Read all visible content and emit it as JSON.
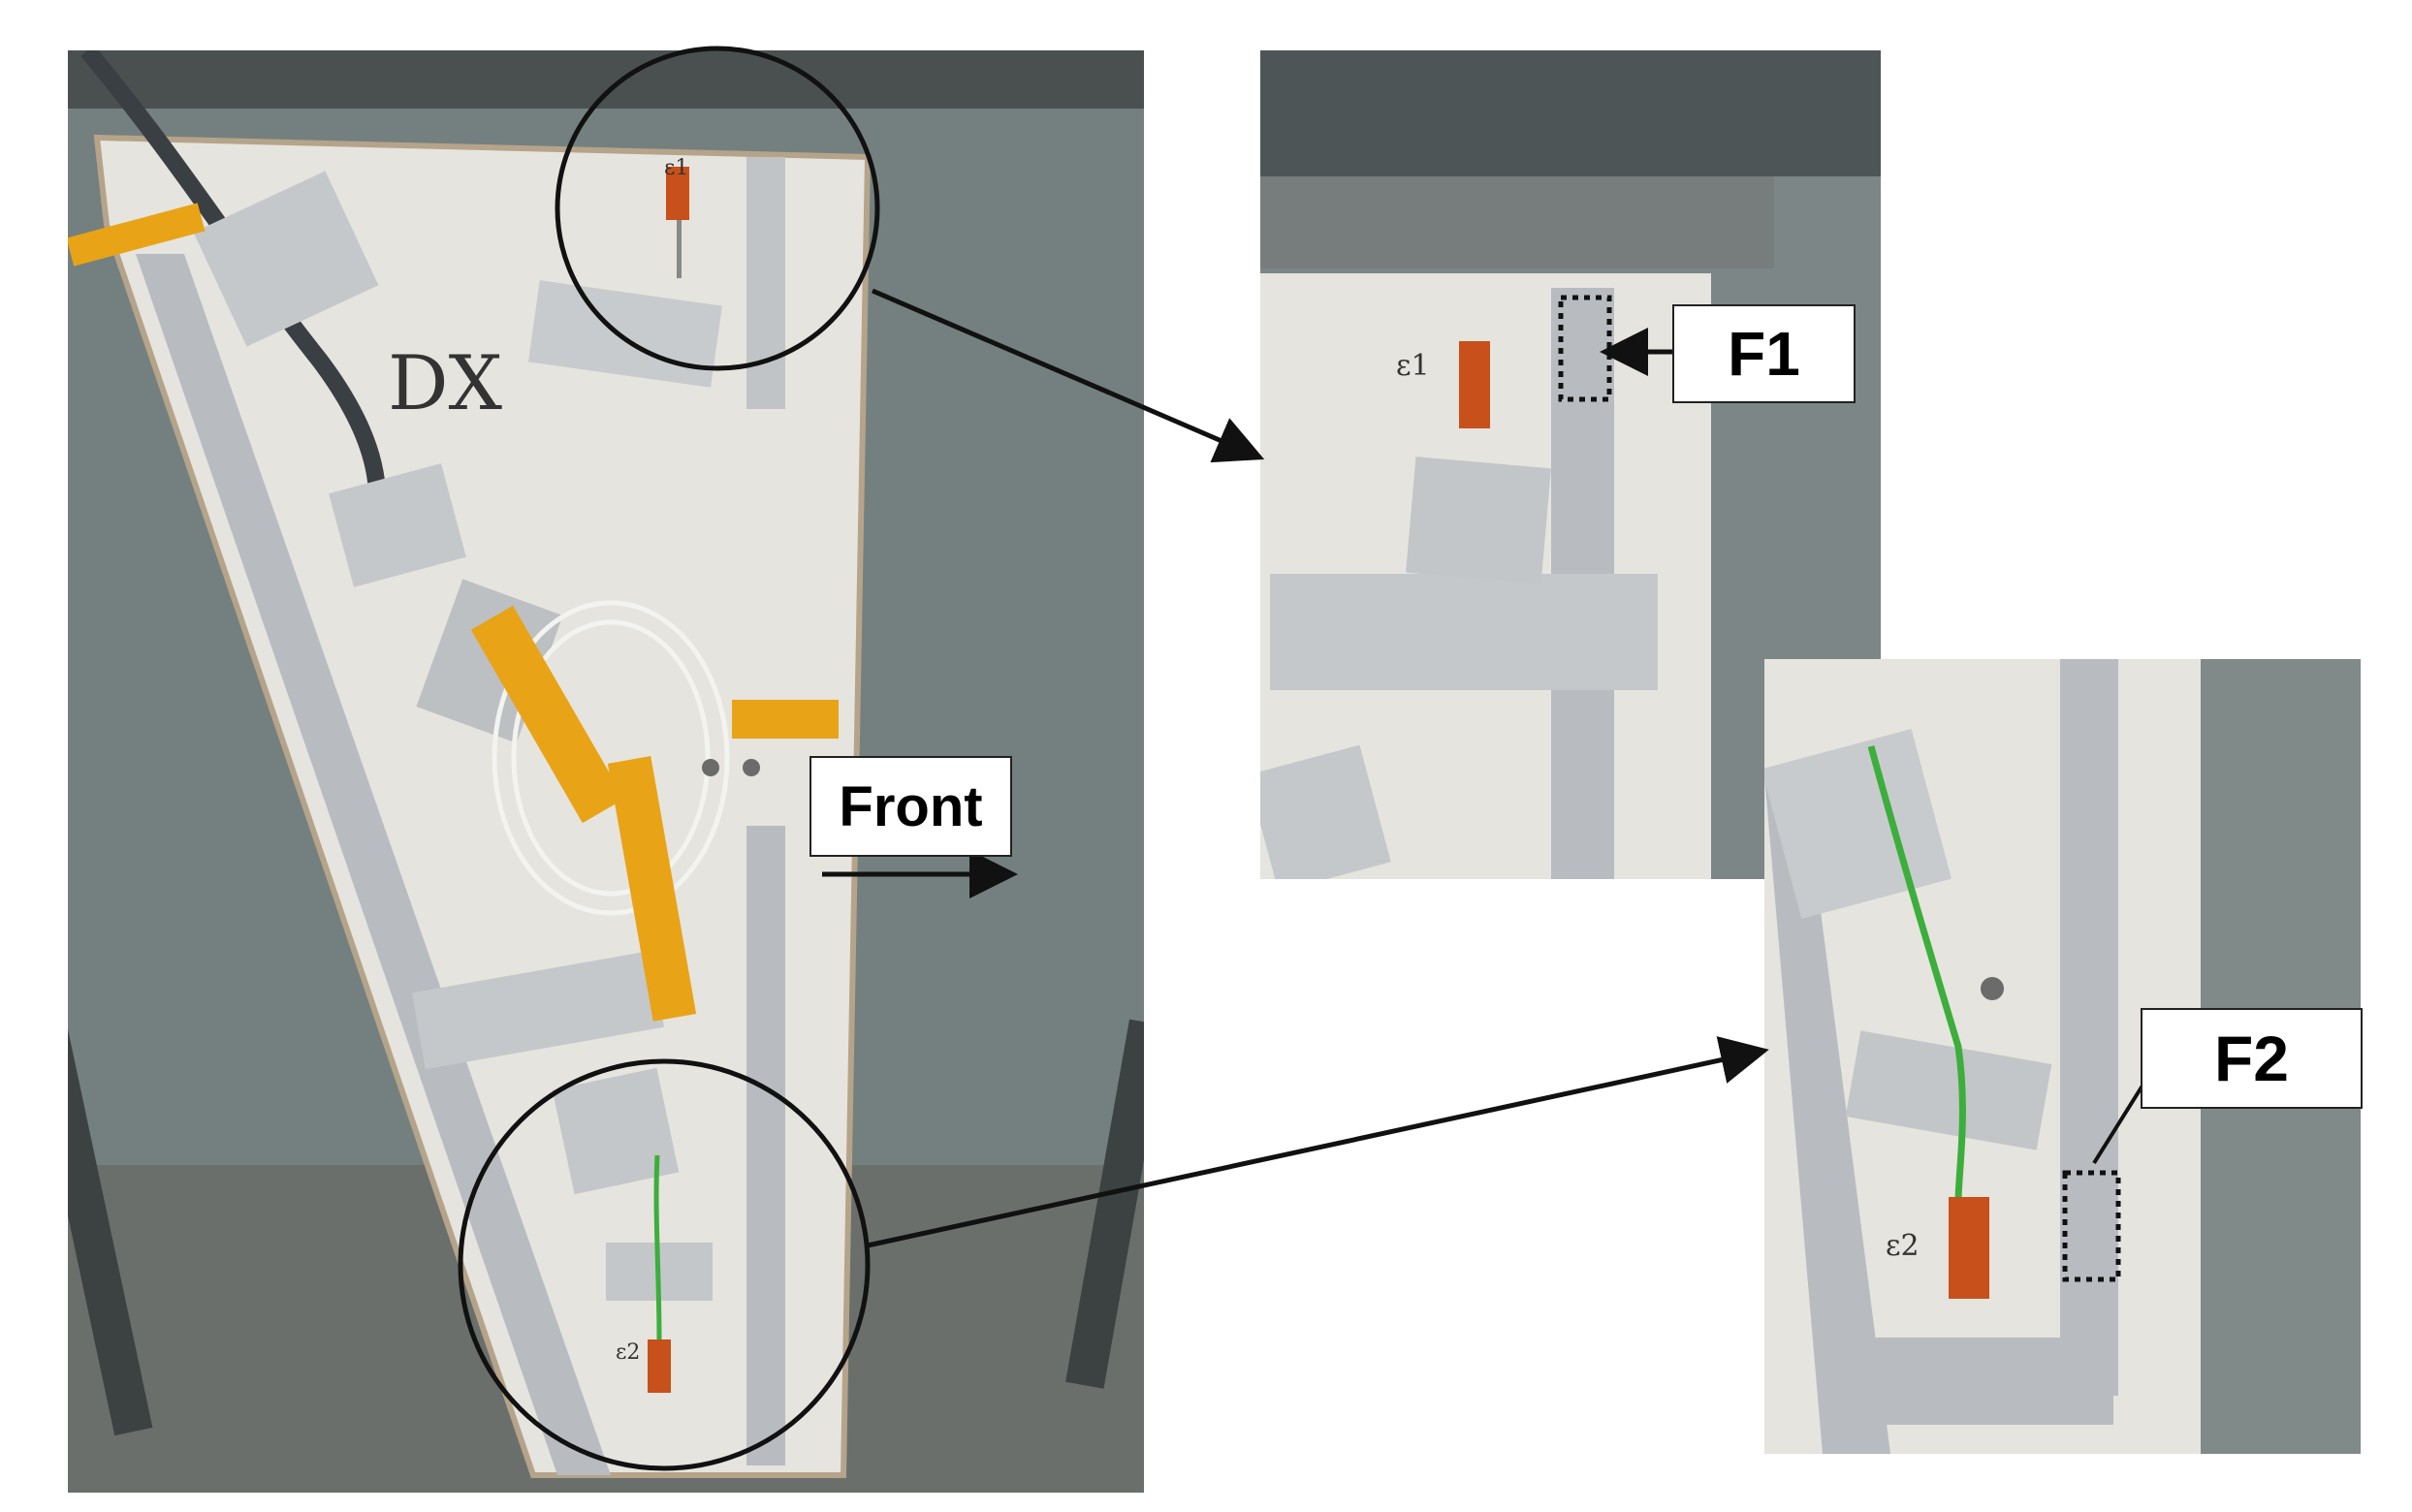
{
  "labels": {
    "front": "Front",
    "f1": "F1",
    "f2": "F2"
  },
  "annotations": {
    "main_marker": "DX",
    "gauge_1": "ε1",
    "gauge_2": "ε2"
  },
  "colors": {
    "background": "#ffffff",
    "panel_fill": "#e6e4de",
    "kapton_tape": "#e8a317",
    "strain_gauge": "#c8501a",
    "aluminum_tape": "#b8bcc0",
    "floor": "#74807f",
    "circle": "#111111",
    "arrow": "#111111",
    "green_wire": "#3cae3c"
  },
  "icons": {
    "arrow": "arrow-right-icon",
    "highlight": "circle-highlight-icon",
    "region": "dotted-rectangle-icon"
  }
}
